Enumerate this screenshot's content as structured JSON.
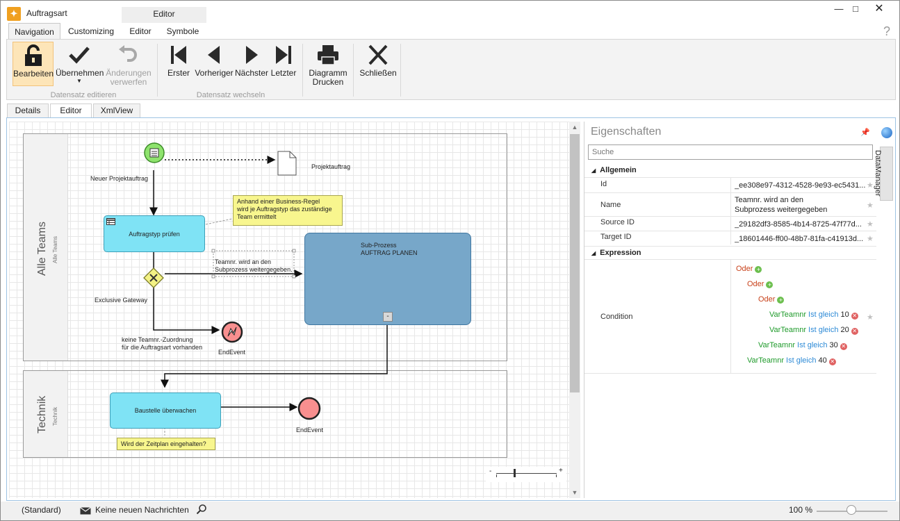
{
  "window": {
    "title": "Auftragsart",
    "context_tab_header": "Editor"
  },
  "ribbon_tabs": [
    "Navigation",
    "Customizing",
    "Editor",
    "Symbole"
  ],
  "ribbon": {
    "edit": {
      "bearbeiten": "Bearbeiten",
      "uebernehmen": "Übernehmen",
      "verwerfen_1": "Änderungen",
      "verwerfen_2": "verwerfen",
      "group": "Datensatz editieren"
    },
    "nav": {
      "erster": "Erster",
      "vorheriger": "Vorheriger",
      "naechster": "Nächster",
      "letzter": "Letzter",
      "group": "Datensatz wechseln"
    },
    "diagramm_1": "Diagramm",
    "diagramm_2": "Drucken",
    "schliessen": "Schließen"
  },
  "doc_tabs": [
    "Details",
    "Editor",
    "XmlView"
  ],
  "diagram": {
    "lane1": {
      "title": "Alle Teams",
      "sub": "Alle Teams"
    },
    "lane2": {
      "title": "Technik",
      "sub": "Technik"
    },
    "labels": {
      "neuer": "Neuer Projektauftrag",
      "projektauftrag": "Projektauftrag",
      "exclusive": "Exclusive Gateway",
      "keine_1": "keine Teamnr.-Zuordnung",
      "keine_2": "für die Auftragsart vorhanden",
      "endevent1": "EndEvent",
      "endevent2": "EndEvent",
      "flow_1": "Teamnr. wird an den",
      "flow_2": "Subprozess weitergegeben."
    },
    "tasks": {
      "auftragstyp": "Auftragstyp prüfen",
      "baustelle": "Baustelle überwachen"
    },
    "subprocess": {
      "line1": "Sub-Prozess",
      "line2": "AUFTRAG PLANEN",
      "collapse": "-"
    },
    "notes": {
      "regel_1": "Anhand einer Business-Regel",
      "regel_2": "wird je Auftragstyp das zuständige",
      "regel_3": "Team ermittelt",
      "zeitplan": "Wird der Zeitplan eingehalten?"
    },
    "zoom_minus": "-",
    "zoom_plus": "+"
  },
  "properties": {
    "title": "Eigenschaften",
    "search_placeholder": "Suche",
    "section_general": "Allgemein",
    "section_expression": "Expression",
    "rows": {
      "id": {
        "name": "Id",
        "value": "_ee308e97-4312-4528-9e93-ec5431..."
      },
      "name": {
        "name": "Name",
        "value_1": "Teamnr. wird an den",
        "value_2": "Subprozess weitergegeben"
      },
      "source": {
        "name": "Source ID",
        "value": "_29182df3-8585-4b14-8725-47f77d..."
      },
      "target": {
        "name": "Target ID",
        "value": "_18601446-ff00-48b7-81fa-c41913d..."
      },
      "condition": {
        "name": "Condition"
      }
    },
    "condition_tree": {
      "oder": "Oder",
      "var": "VarTeamnr",
      "op": "Ist gleich",
      "v1": "10",
      "v2": "20",
      "v3": "30",
      "v4": "40"
    },
    "side_tab": "DataManager"
  },
  "status": {
    "profile": "(Standard)",
    "messages": "Keine neuen Nachrichten",
    "zoom": "100 %"
  }
}
